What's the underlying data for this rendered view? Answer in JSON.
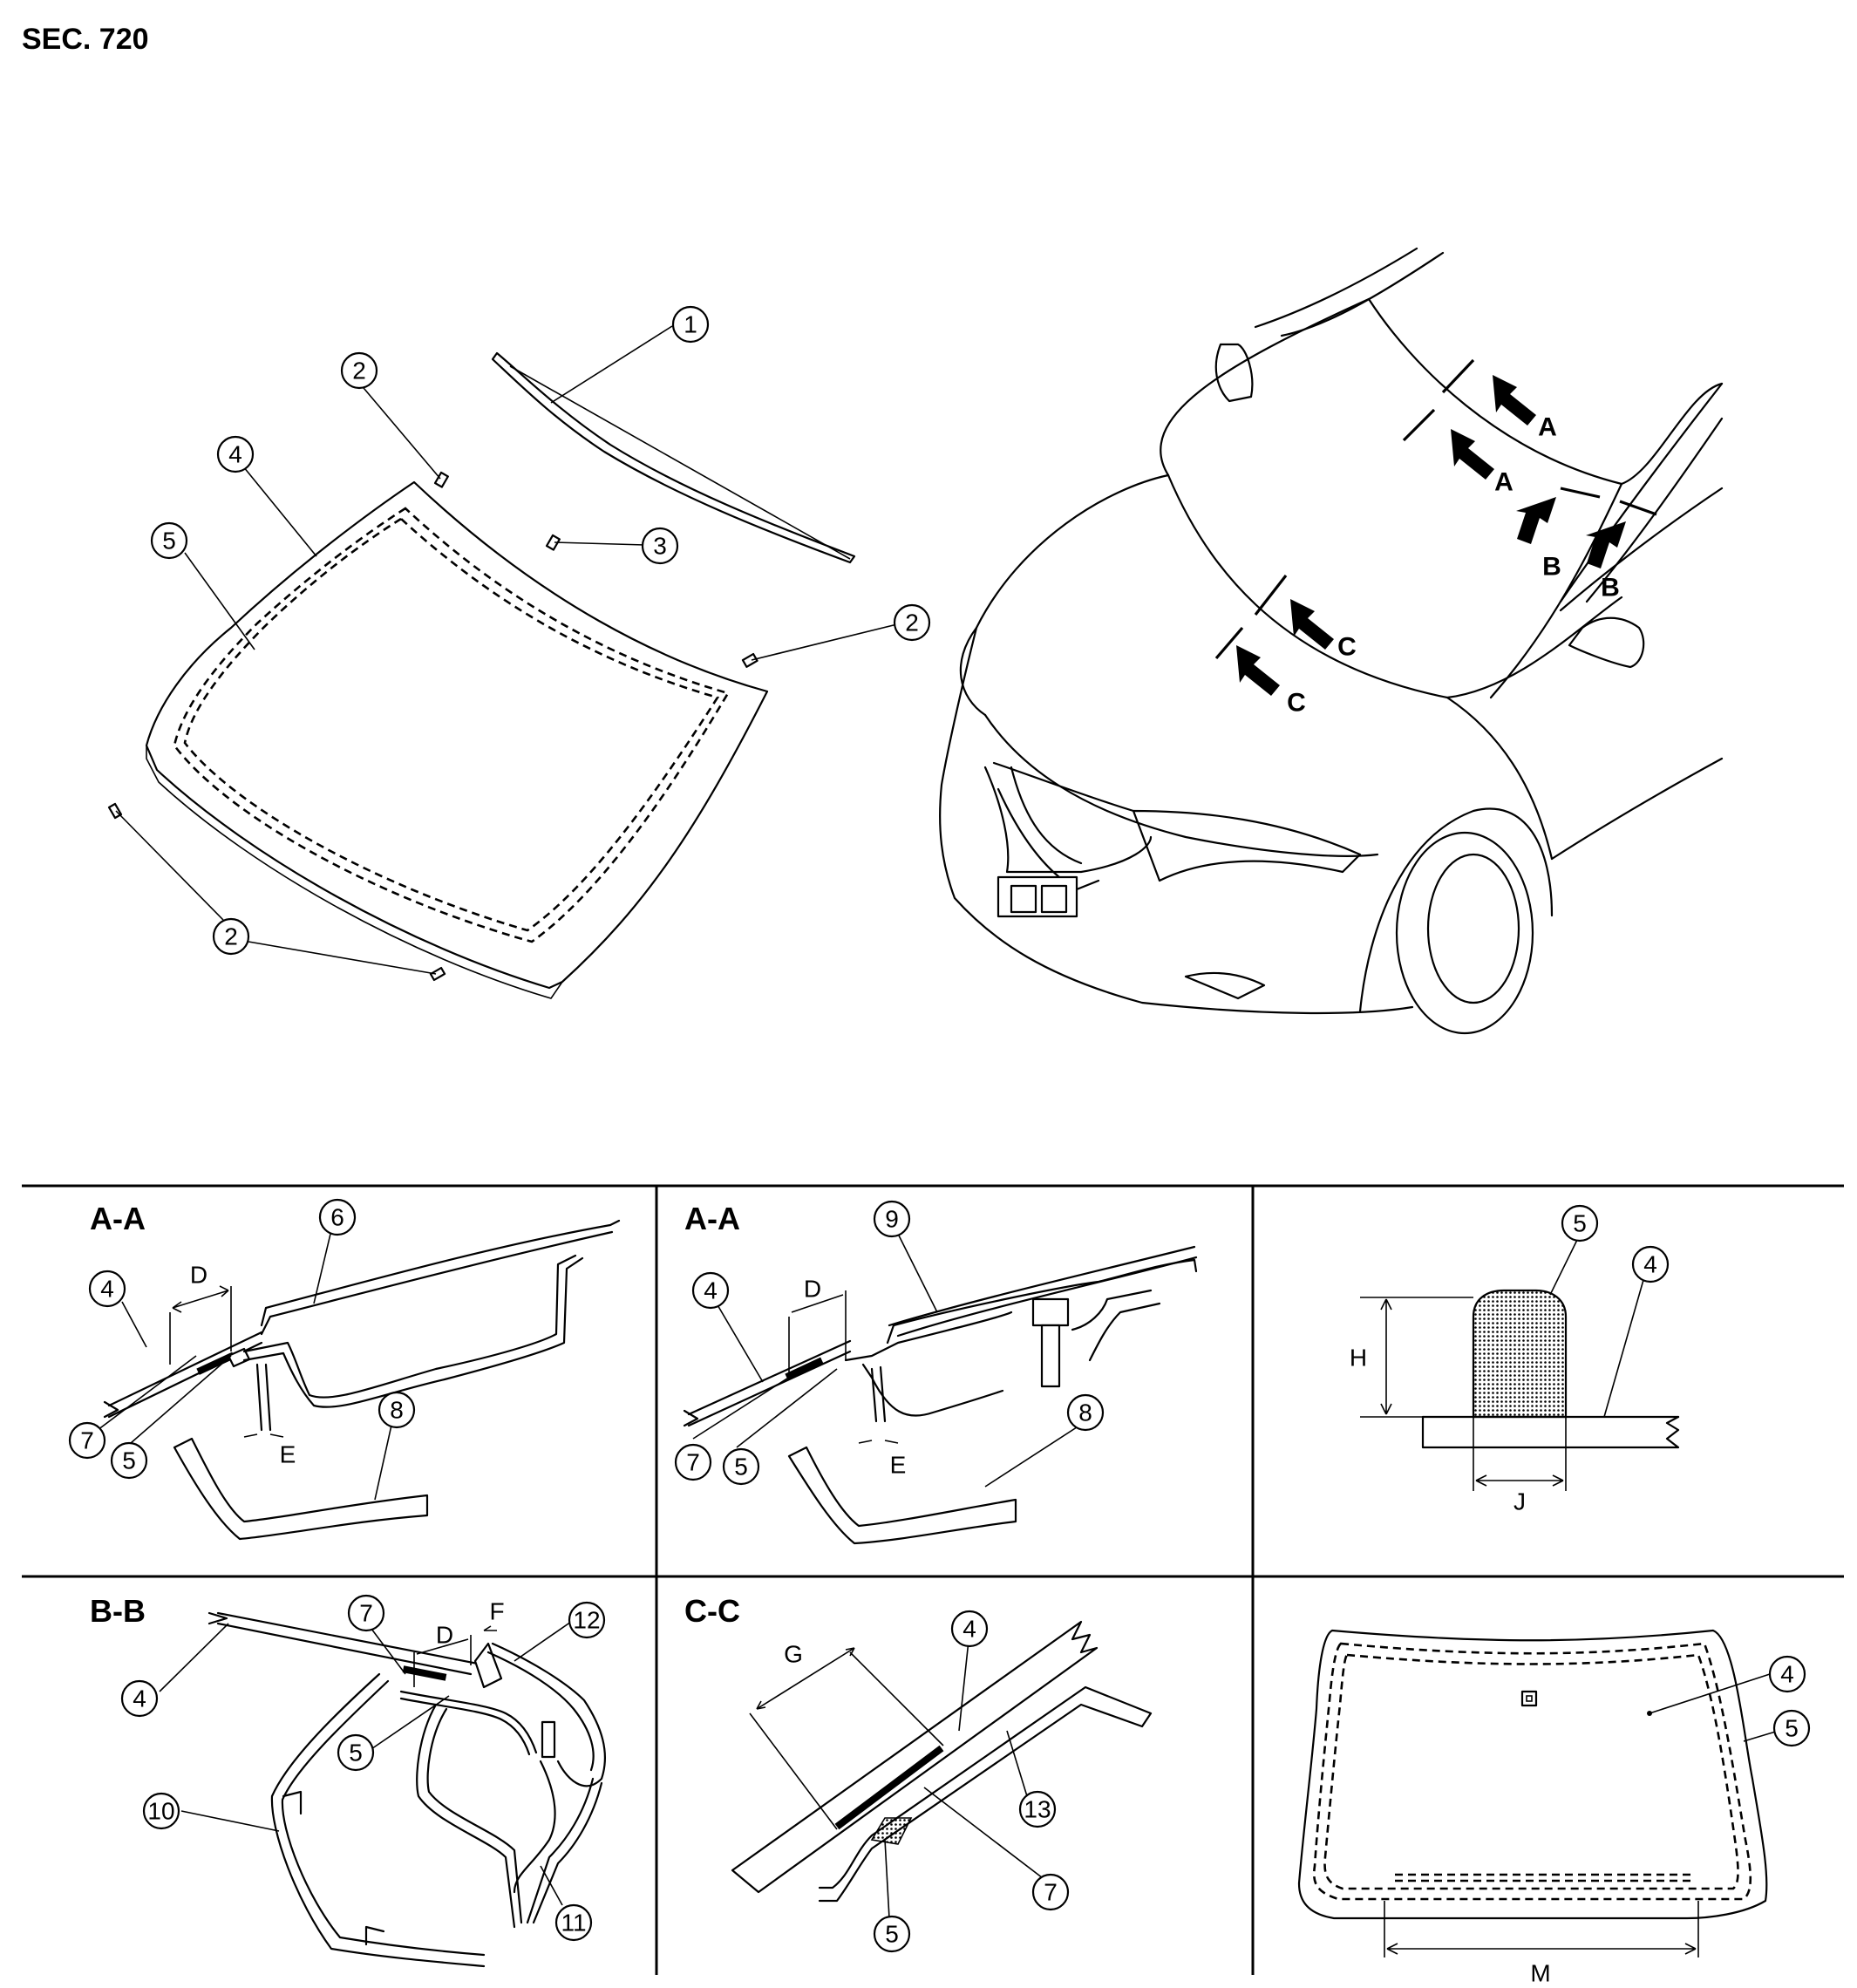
{
  "section_code": "SEC. 720",
  "panels": {
    "aa_left": {
      "title": "A-A",
      "dims": {
        "d": "D",
        "e": "E"
      }
    },
    "aa_right": {
      "title": "A-A",
      "dims": {
        "d": "D",
        "e": "E"
      }
    },
    "bb": {
      "title": "B-B",
      "dims": {
        "d": "D",
        "f": "F"
      }
    },
    "cc": {
      "title": "C-C",
      "dims": {
        "g": "G"
      }
    },
    "bead": {
      "dims": {
        "h": "H",
        "j": "J"
      }
    },
    "windshield_view": {
      "dims": {
        "m": "M"
      }
    }
  },
  "section_markers": {
    "a": "A",
    "b": "B",
    "c": "C"
  },
  "callouts": {
    "c1": "1",
    "c2": "2",
    "c3": "3",
    "c4": "4",
    "c5": "5",
    "c6": "6",
    "c7": "7",
    "c8": "8",
    "c9": "9",
    "c10": "10",
    "c11": "11",
    "c12": "12",
    "c13": "13"
  },
  "colors": {
    "line": "#000000",
    "background": "#ffffff"
  },
  "pattern": {
    "sealant_bead": "dotted-fill"
  }
}
